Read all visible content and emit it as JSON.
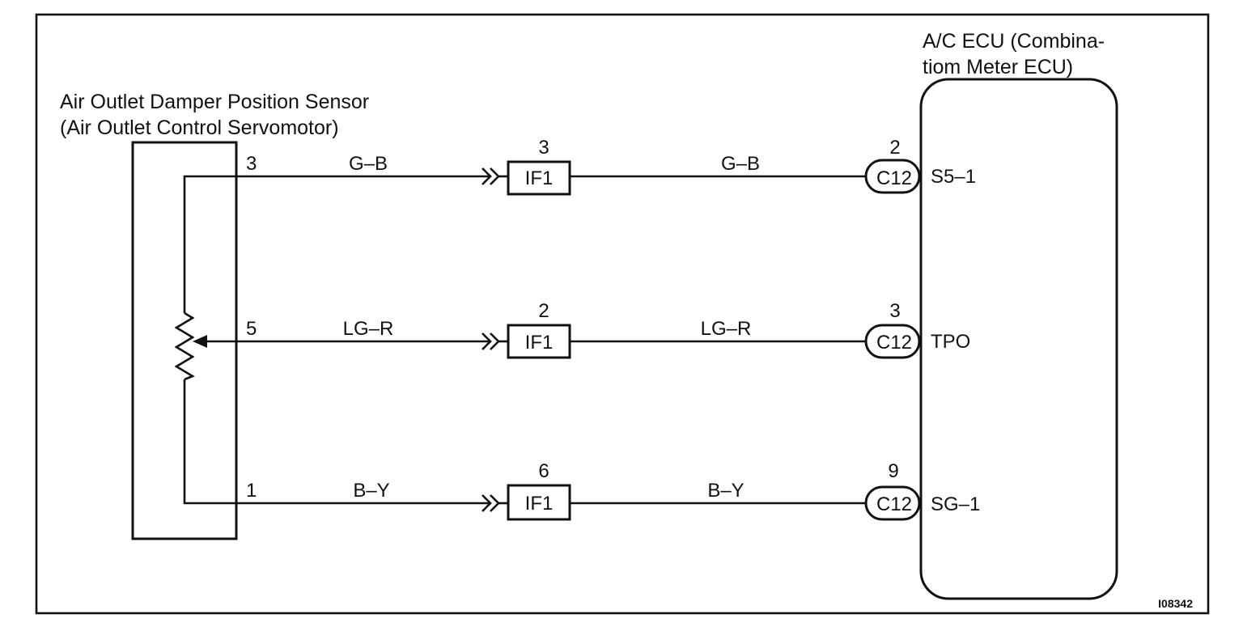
{
  "sensor": {
    "title_line1": "Air Outlet Damper Position Sensor",
    "title_line2": "(Air Outlet Control Servomotor)"
  },
  "ecu": {
    "title_line1": "A/C  ECU  (Combina-",
    "title_line2": "tiom Meter ECU)"
  },
  "circuits": [
    {
      "sensor_pin": "3",
      "wire_left": "G–B",
      "if_pin": "3",
      "if_label": "IF1",
      "wire_right": "G–B",
      "ecu_pin": "2",
      "ecu_connector": "C12",
      "ecu_terminal": "S5–1"
    },
    {
      "sensor_pin": "5",
      "wire_left": "LG–R",
      "if_pin": "2",
      "if_label": "IF1",
      "wire_right": "LG–R",
      "ecu_pin": "3",
      "ecu_connector": "C12",
      "ecu_terminal": "TPO"
    },
    {
      "sensor_pin": "1",
      "wire_left": "B–Y",
      "if_pin": "6",
      "if_label": "IF1",
      "wire_right": "B–Y",
      "ecu_pin": "9",
      "ecu_connector": "C12",
      "ecu_terminal": "SG–1"
    }
  ],
  "figure_id": "I08342"
}
